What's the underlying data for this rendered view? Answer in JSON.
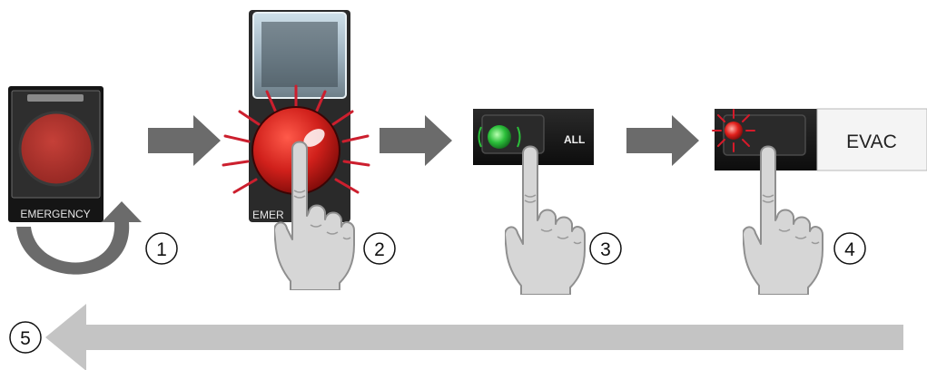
{
  "steps": [
    {
      "number": "1",
      "label": "EMERGENCY"
    },
    {
      "number": "2",
      "label": "EMER"
    },
    {
      "number": "3",
      "label": "ALL"
    },
    {
      "number": "4",
      "label": "EVAC"
    },
    {
      "number": "5"
    }
  ],
  "colors": {
    "arrow_dark": "#6b6b6b",
    "arrow_light": "#c4c4c4",
    "emergency_red": "#b8302a",
    "glow_red": "#d61a2a",
    "led_green": "#2bbf3a",
    "panel_black": "#151515",
    "finger_fill": "#d6d6d6"
  }
}
